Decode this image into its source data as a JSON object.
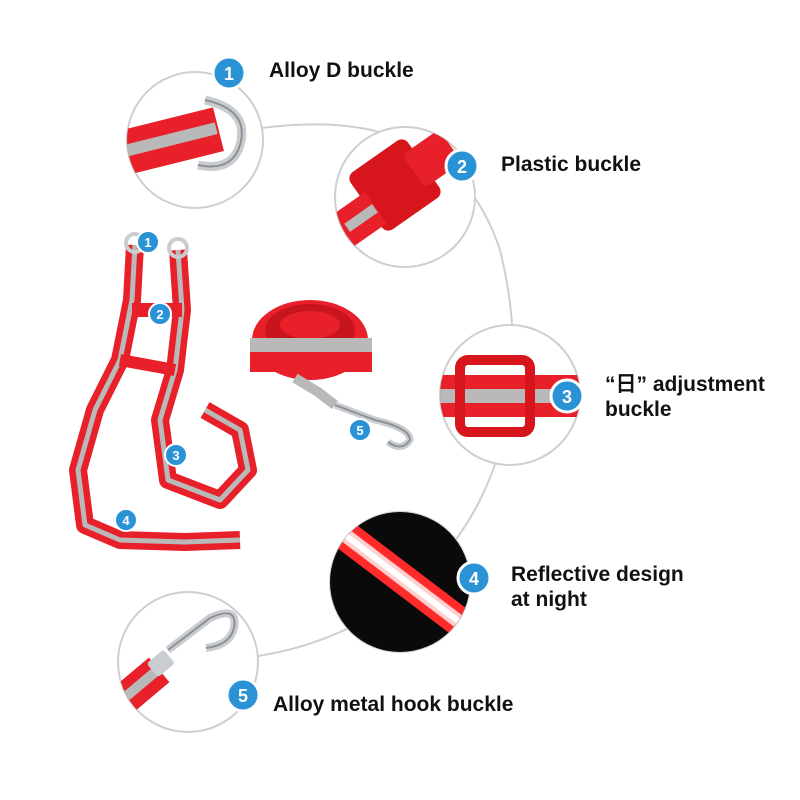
{
  "colors": {
    "strap_red": "#e8202a",
    "strap_dark": "#b3121a",
    "reflective": "#b9b9b9",
    "badge_blue": "#2a93d5",
    "circle_outline": "#cfcfcf",
    "metal": "#c9ccd0"
  },
  "features": [
    {
      "number": "1",
      "label": "Alloy D buckle"
    },
    {
      "number": "2",
      "label": "Plastic buckle"
    },
    {
      "number": "3",
      "label_line1": "“日” adjustment",
      "label_line2": "buckle"
    },
    {
      "number": "4",
      "label_line1": "Reflective design",
      "label_line2": "at night"
    },
    {
      "number": "5",
      "label": "Alloy metal hook buckle"
    }
  ],
  "harness_markers": [
    "1",
    "2",
    "3",
    "4"
  ],
  "leash_marker": "5"
}
